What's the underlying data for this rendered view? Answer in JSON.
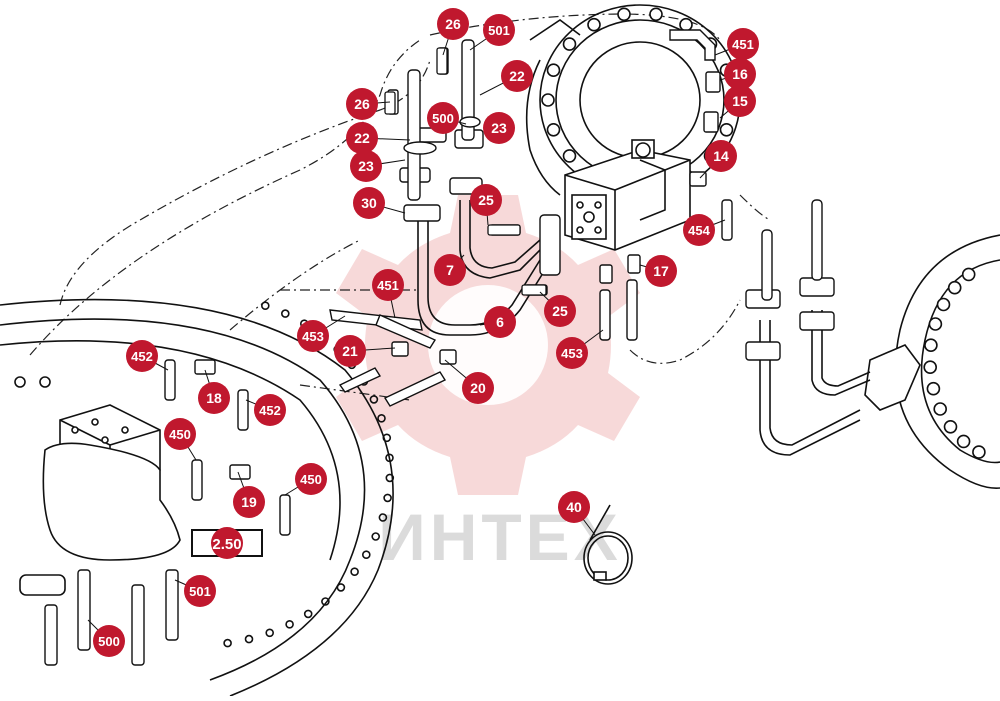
{
  "watermark": {
    "text": "ИНТЕХ",
    "color": "#c8c8c8",
    "gear_color": "#f3c7c7"
  },
  "callout_color": "#c0182e",
  "callouts": [
    "26",
    "501",
    "451",
    "22",
    "16",
    "26",
    "15",
    "500",
    "23",
    "22",
    "23",
    "14",
    "30",
    "25",
    "454",
    "7",
    "17",
    "451",
    "25",
    "6",
    "453",
    "21",
    "453",
    "452",
    "18",
    "452",
    "20",
    "450",
    "19",
    "450",
    "40",
    "501",
    "500"
  ],
  "boxed_label": "2.50"
}
